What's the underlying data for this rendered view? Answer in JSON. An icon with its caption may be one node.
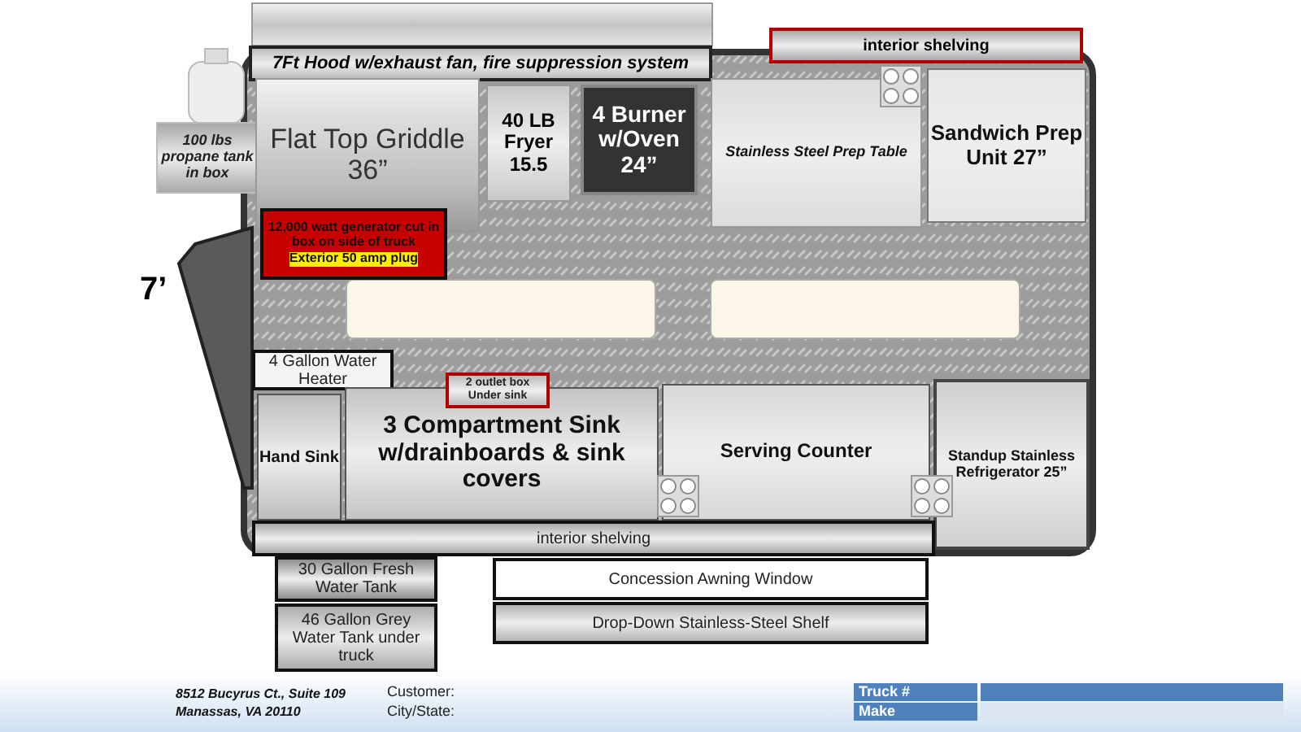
{
  "diagram": {
    "nodes": [
      {
        "text": [
          "7Ft Hood w/exhaust fan, fire suppression system"
        ]
      },
      {
        "text": [
          "interior shelving"
        ]
      },
      {
        "text": [
          "100 lbs propane tank in box"
        ]
      },
      {
        "text": [
          "Flat Top Griddle 36”"
        ]
      },
      {
        "text": [
          "40 LB Fryer 15.5"
        ]
      },
      {
        "text": [
          "4 Burner w/Oven 24”"
        ]
      },
      {
        "text": [
          "Stainless Steel Prep Table"
        ]
      },
      {
        "text": [
          "Sandwich Prep Unit 27”"
        ]
      },
      {
        "text": [
          "12,000 watt generator cut in box on side of truck",
          "Exterior 50 amp plug"
        ]
      },
      {
        "text": [
          "4 Gallon Water Heater"
        ]
      },
      {
        "text": [
          "2 outlet box Under sink"
        ]
      },
      {
        "text": [
          "Hand Sink"
        ]
      },
      {
        "text": [
          "3 Compartment Sink w/drainboards & sink covers"
        ]
      },
      {
        "text": [
          "Serving Counter"
        ]
      },
      {
        "text": [
          "Standup Stainless Refrigerator 25”"
        ]
      },
      {
        "text": [
          "interior shelving"
        ]
      },
      {
        "text": [
          "30 Gallon Fresh Water Tank"
        ]
      },
      {
        "text": [
          "46 Gallon Grey Water Tank under truck"
        ]
      },
      {
        "text": [
          "Concession Awning Window"
        ]
      },
      {
        "text": [
          "Drop-Down Stainless-Steel Shelf"
        ]
      }
    ],
    "edges": [],
    "labels": [
      "7’",
      "8512 Bucyrus Ct., Suite 109",
      "Manassas, VA 20110",
      "Customer:",
      "City/State:",
      "Truck #",
      "Make"
    ]
  }
}
